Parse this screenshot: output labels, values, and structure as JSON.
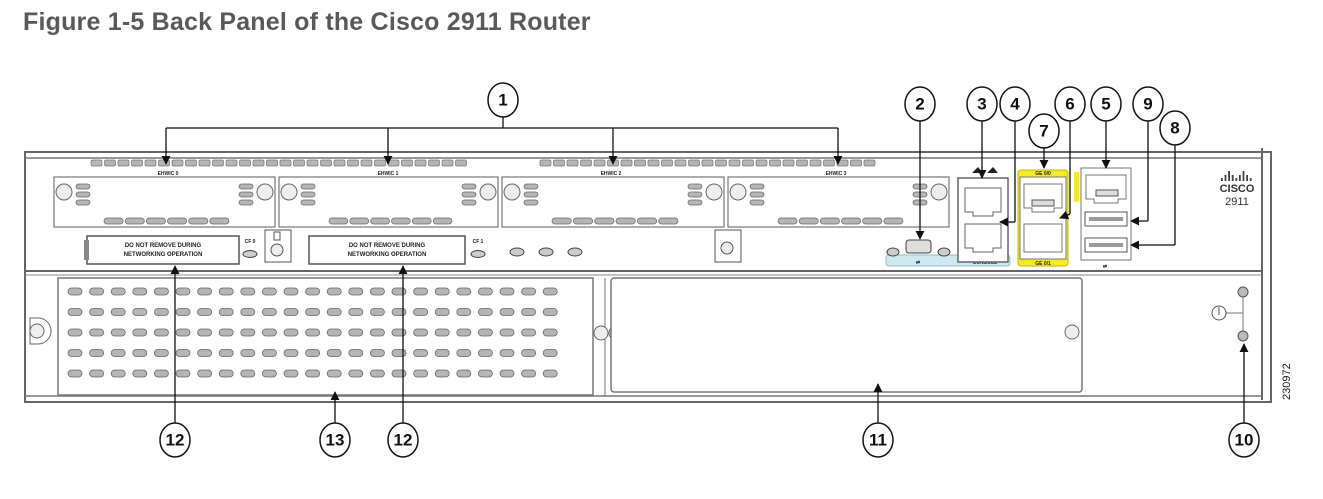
{
  "figure": {
    "title": "Figure 1-5 Back Panel of the Cisco 2911 Router",
    "figure_id": "230972"
  },
  "device": {
    "brand": "CISCO",
    "model": "2911",
    "ehwic_slot_labels": [
      "EHWIC 0",
      "EHWIC 1",
      "EHWIC 2",
      "EHWIC 3"
    ],
    "warning_label": [
      "DO NOT REMOVE DURING",
      "NETWORKING OPERATION"
    ],
    "cf_labels": [
      "CF 0",
      "CF 1"
    ],
    "port_labels": {
      "console": "CONSOLE",
      "ge0": "GE 0/0",
      "ge1": "GE 0/1"
    },
    "colors": {
      "console_area": "#cfe9ee",
      "ge_area": "#f4ea28",
      "chassis_line": "#555555",
      "vent": "#b5b5b5"
    }
  },
  "callouts": [
    {
      "number": "1"
    },
    {
      "number": "2"
    },
    {
      "number": "3"
    },
    {
      "number": "4"
    },
    {
      "number": "5"
    },
    {
      "number": "6"
    },
    {
      "number": "7"
    },
    {
      "number": "8"
    },
    {
      "number": "9"
    },
    {
      "number": "10"
    },
    {
      "number": "11"
    },
    {
      "number": "12"
    },
    {
      "number": "13"
    },
    {
      "number": "12"
    }
  ]
}
